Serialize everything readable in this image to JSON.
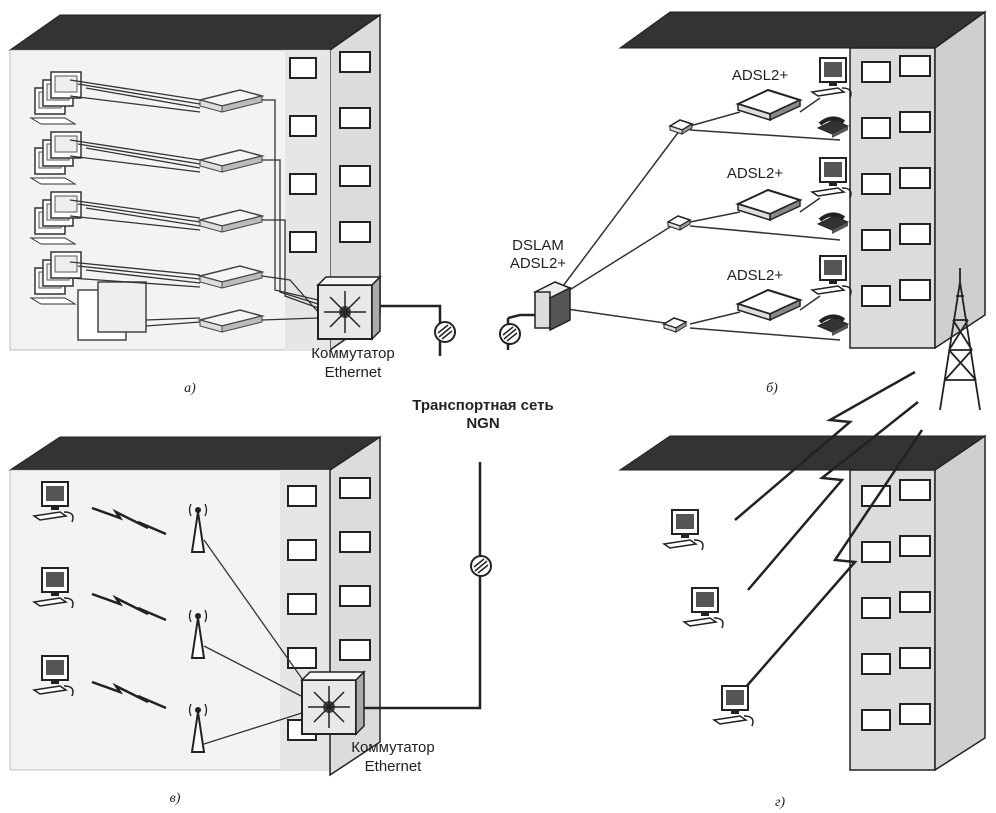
{
  "center": {
    "title_line1": "Транспортная сеть",
    "title_line2": "NGN"
  },
  "panels": {
    "a": {
      "letter": "а)",
      "switch_label_line1": "Коммутатор",
      "switch_label_line2": "Ethernet"
    },
    "b": {
      "letter": "б)",
      "dslam_line1": "DSLAM",
      "dslam_line2": "ADSL2+",
      "modem_labels": [
        "ADSL2+",
        "ADSL2+",
        "ADSL2+"
      ]
    },
    "c": {
      "letter": "в)",
      "switch_label_line1": "Коммутатор",
      "switch_label_line2": "Ethernet"
    },
    "d": {
      "letter": "г)"
    }
  },
  "colors": {
    "roof": "#333333",
    "wall": "#f3f3f3",
    "side": "#dcdcdc",
    "ink": "#222222"
  }
}
